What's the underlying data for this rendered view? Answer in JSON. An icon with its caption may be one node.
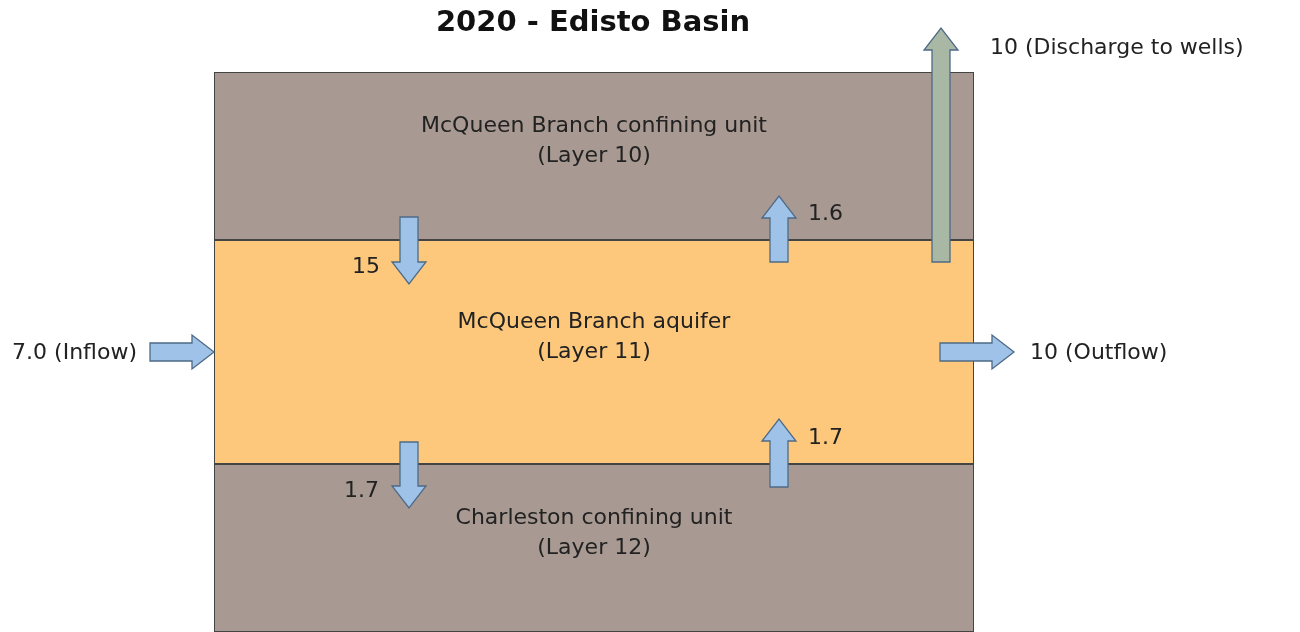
{
  "diagram": {
    "title": "2020 - Edisto Basin",
    "nodes": [
      {
        "text": [
          "McQueen Branch confining unit",
          "(Layer 10)"
        ]
      },
      {
        "text": [
          "McQueen Branch aquifer",
          "(Layer 11)"
        ]
      },
      {
        "text": [
          "Charleston confining unit",
          "(Layer 12)"
        ]
      }
    ],
    "edges": [
      {
        "from": 0,
        "to": 1,
        "arrow": "to",
        "label": "15"
      },
      {
        "from": 1,
        "to": 0,
        "arrow": "to",
        "label": "1.6"
      },
      {
        "from": 1,
        "to": 2,
        "arrow": "to",
        "label": "1.7"
      },
      {
        "from": 2,
        "to": 1,
        "arrow": "to",
        "label": "1.7"
      },
      {
        "from": null,
        "to": 1,
        "arrow": "to",
        "label": "7.0 (Inflow)"
      },
      {
        "from": 1,
        "to": null,
        "arrow": "to",
        "label": "10 (Outflow)"
      },
      {
        "from": 1,
        "to": null,
        "arrow": "to",
        "label": "10 (Discharge to wells)",
        "color": "#a8b8a4"
      }
    ]
  }
}
